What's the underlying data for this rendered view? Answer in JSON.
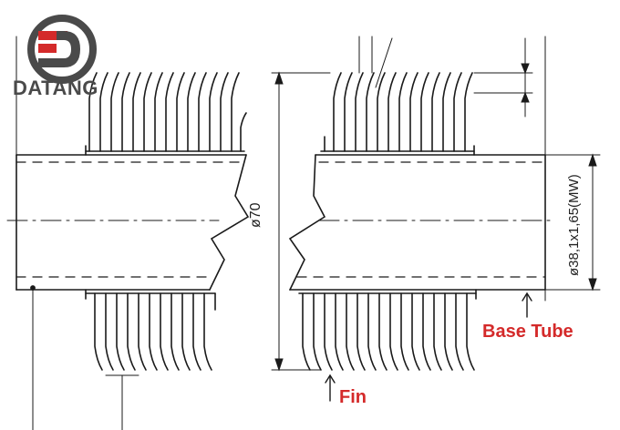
{
  "logo": {
    "brand_text": "DATANG",
    "mark_icon": "datang-d-logo-icon",
    "ring_color": "#4a4a4a",
    "accent_color": "#d42a2a"
  },
  "labels": {
    "base_tube": "Base Tube",
    "fin": "Fin",
    "label_color": "#d42a2a"
  },
  "dimensions": {
    "fin_outer_diameter": "ø70",
    "tube_spec": "ø38,1x1,65(MW)"
  },
  "colors": {
    "line": "#1a1a1a",
    "background": "#ffffff"
  }
}
